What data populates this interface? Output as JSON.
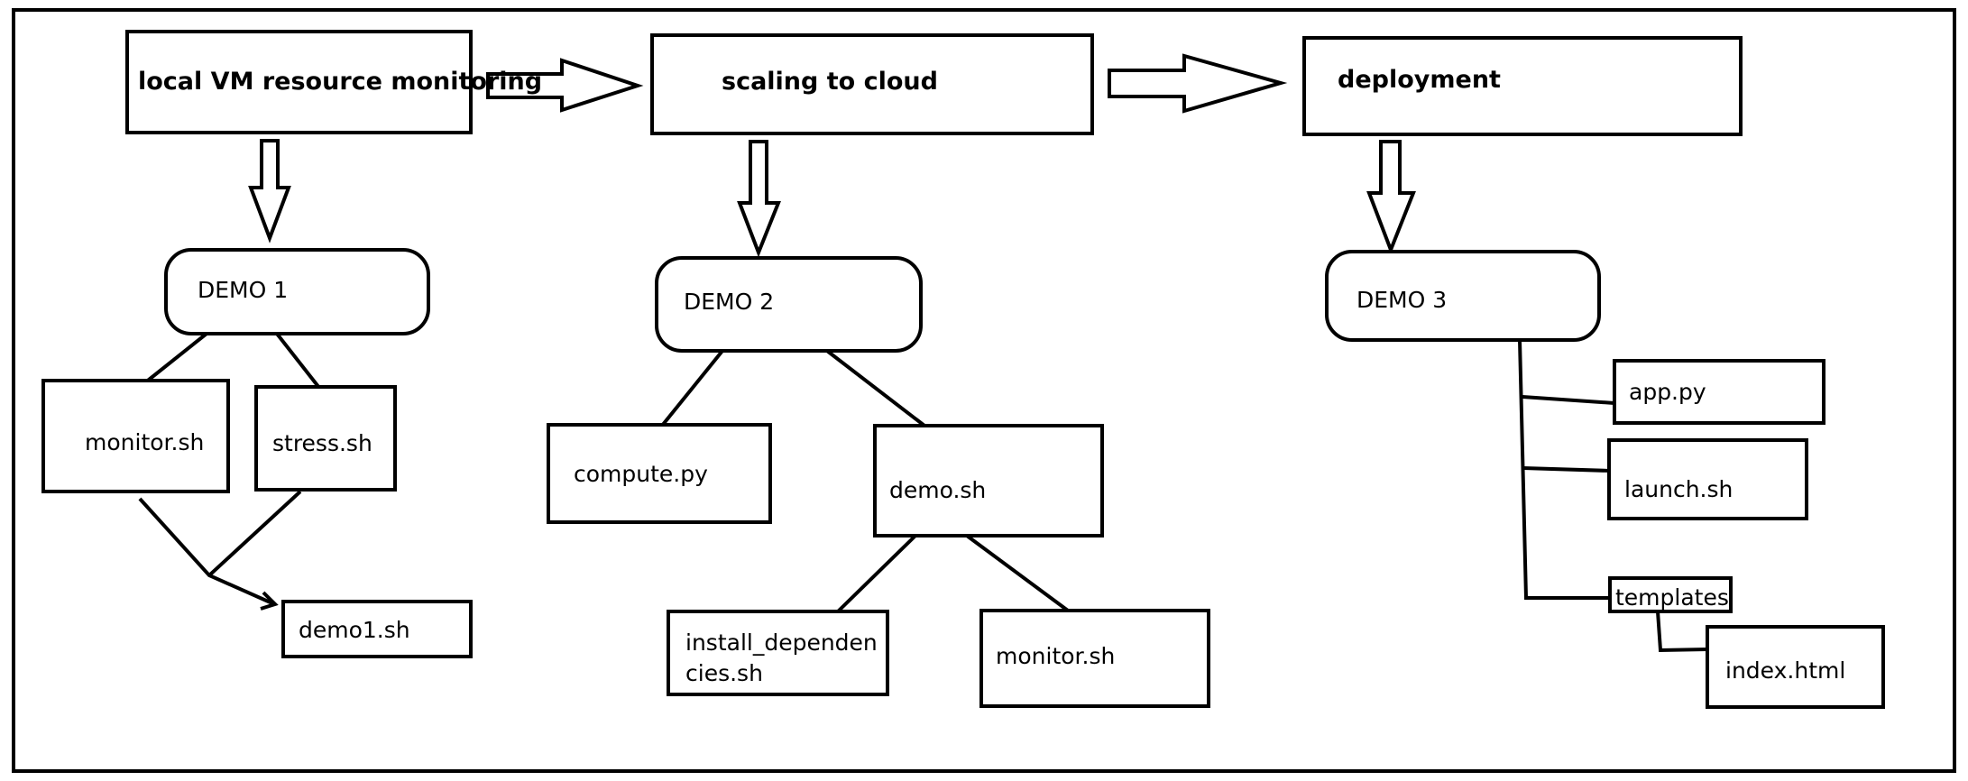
{
  "stages": [
    {
      "id": "stage-1",
      "label": "local VM resource monitoring"
    },
    {
      "id": "stage-2",
      "label": "scaling to cloud"
    },
    {
      "id": "stage-3",
      "label": "deployment"
    }
  ],
  "demos": [
    {
      "id": "demo-1",
      "label": "DEMO 1"
    },
    {
      "id": "demo-2",
      "label": "DEMO 2"
    },
    {
      "id": "demo-3",
      "label": "DEMO 3"
    }
  ],
  "files": {
    "demo1": {
      "monitor": "monitor.sh",
      "stress": "stress.sh",
      "combined": "demo1.sh"
    },
    "demo2": {
      "compute": "compute.py",
      "demo": "demo.sh",
      "install_line1": "install_dependen",
      "install_line2": "cies.sh",
      "monitor": "monitor.sh"
    },
    "demo3": {
      "app": "app.py",
      "launch": "launch.sh",
      "templates": "templates",
      "index": "index.html"
    }
  },
  "colors": {
    "stroke": "#000000",
    "background": "#ffffff"
  }
}
